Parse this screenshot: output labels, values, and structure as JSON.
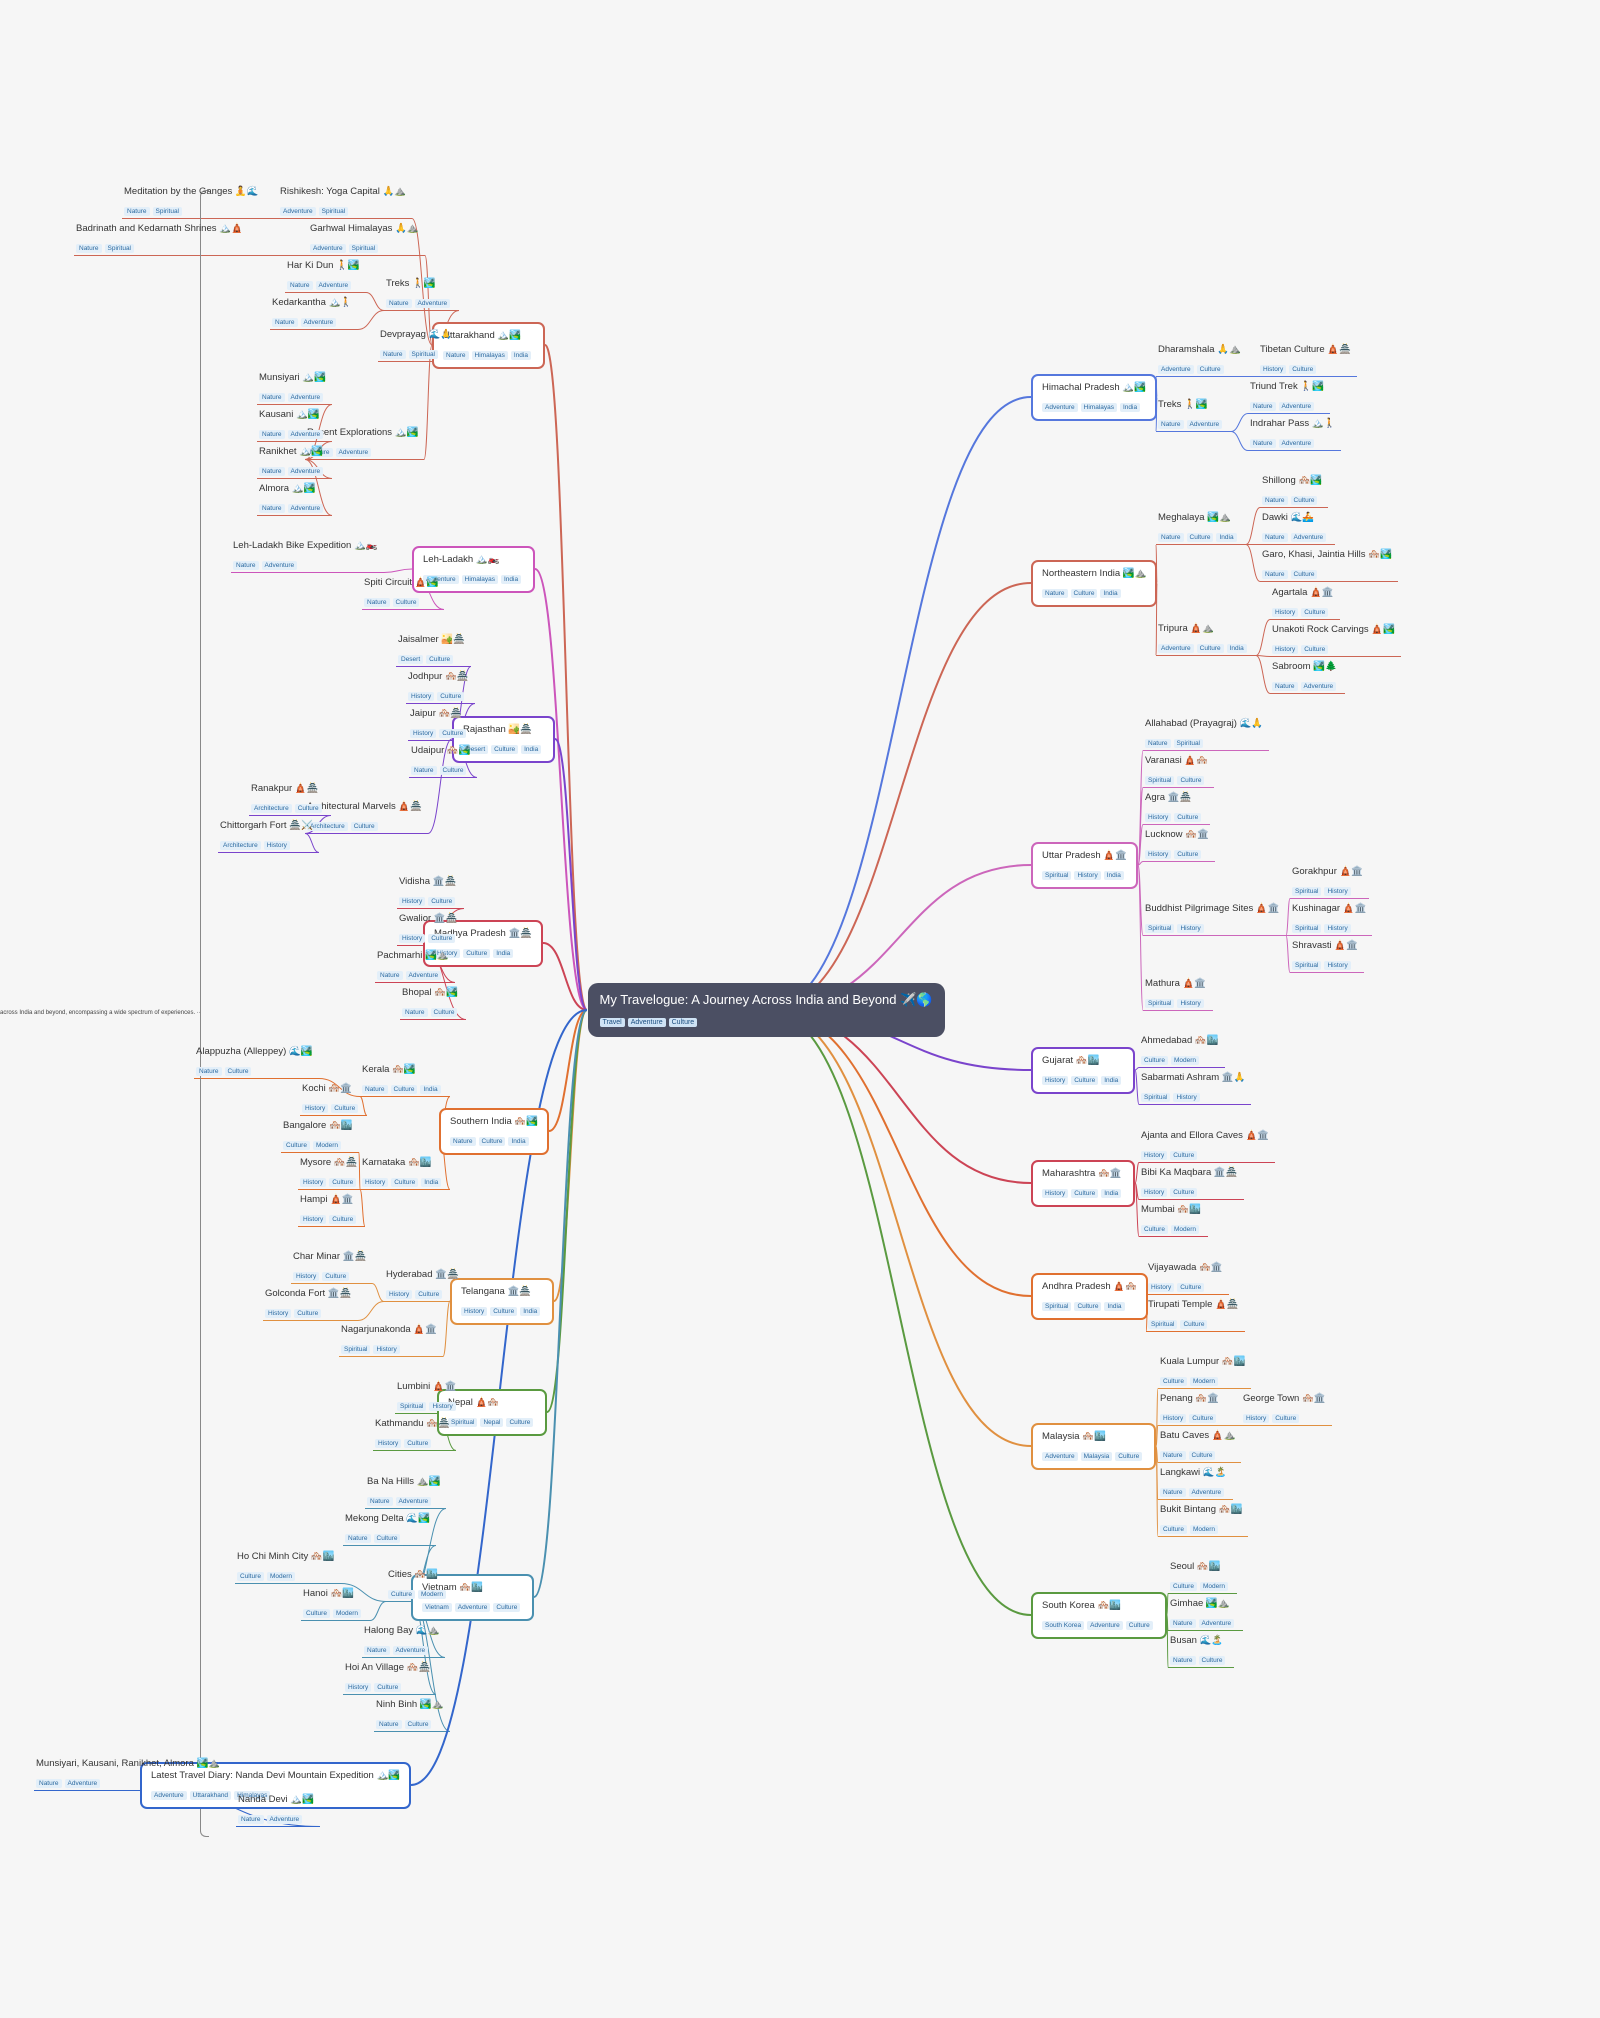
{
  "root": {
    "title": "My Travelogue: A Journey Across India and Beyond ✈️🌎",
    "tags": [
      "Travel",
      "Adventure",
      "Culture"
    ]
  },
  "description": "across India and beyond, encompassing a wide spectrum of experiences. ··",
  "left": [
    {
      "title": "Uttarakhand 🏔️🏞️",
      "tags": [
        "Nature",
        "Himalayas",
        "India"
      ],
      "color": "#cc6655",
      "children": [
        {
          "title": "Rishikesh: Yoga Capital 🙏⛰️",
          "tags": [
            "Adventure",
            "Spiritual"
          ],
          "children": [
            {
              "title": "Meditation by the Ganges 🧘🌊",
              "tags": [
                "Nature",
                "Spiritual"
              ]
            }
          ]
        },
        {
          "title": "Garhwal Himalayas 🙏⛰️",
          "tags": [
            "Adventure",
            "Spiritual"
          ],
          "children": [
            {
              "title": "Badrinath and Kedarnath Shrines 🏔️🛕",
              "tags": [
                "Nature",
                "Spiritual"
              ]
            }
          ]
        },
        {
          "title": "Treks 🚶🏞️",
          "tags": [
            "Nature",
            "Adventure"
          ],
          "children": [
            {
              "title": "Har Ki Dun 🚶🏞️",
              "tags": [
                "Nature",
                "Adventure"
              ]
            },
            {
              "title": "Kedarkantha 🏔️🚶",
              "tags": [
                "Nature",
                "Adventure"
              ]
            }
          ]
        },
        {
          "title": "Devprayag 🌊🙏",
          "tags": [
            "Nature",
            "Spiritual"
          ]
        },
        {
          "title": "Recent Explorations 🏔️🏞️",
          "tags": [
            "Nature",
            "Adventure"
          ],
          "children": [
            {
              "title": "Munsiyari 🏔️🏞️",
              "tags": [
                "Nature",
                "Adventure"
              ]
            },
            {
              "title": "Kausani 🏔️🏞️",
              "tags": [
                "Nature",
                "Adventure"
              ]
            },
            {
              "title": "Ranikhet 🏔️🏞️",
              "tags": [
                "Nature",
                "Adventure"
              ]
            },
            {
              "title": "Almora 🏔️🏞️",
              "tags": [
                "Nature",
                "Adventure"
              ]
            }
          ]
        }
      ]
    },
    {
      "title": "Leh-Ladakh 🏔️🏍️",
      "tags": [
        "Adventure",
        "Himalayas",
        "India"
      ],
      "color": "#cc55bb",
      "children": [
        {
          "title": "Leh-Ladakh Bike Expedition 🏔️🏍️",
          "tags": [
            "Nature",
            "Adventure"
          ]
        },
        {
          "title": "Spiti Circuit 🛕🏞️",
          "tags": [
            "Nature",
            "Culture"
          ]
        }
      ]
    },
    {
      "title": "Rajasthan 🏜️🏯",
      "tags": [
        "Desert",
        "Culture",
        "India"
      ],
      "color": "#7a44cc",
      "children": [
        {
          "title": "Jaisalmer 🏜️🏯",
          "tags": [
            "Desert",
            "Culture"
          ]
        },
        {
          "title": "Jodhpur 🏘️🏯",
          "tags": [
            "History",
            "Culture"
          ]
        },
        {
          "title": "Jaipur 🏘️🏯",
          "tags": [
            "History",
            "Culture"
          ]
        },
        {
          "title": "Udaipur 🏘️🏞️",
          "tags": [
            "Nature",
            "Culture"
          ]
        },
        {
          "title": "Architectural Marvels 🛕🏯",
          "tags": [
            "Architecture",
            "Culture"
          ],
          "children": [
            {
              "title": "Ranakpur 🛕🏯",
              "tags": [
                "Architecture",
                "Culture"
              ]
            },
            {
              "title": "Chittorgarh Fort 🏯⚔️",
              "tags": [
                "Architecture",
                "History"
              ]
            }
          ]
        }
      ]
    },
    {
      "title": "Madhya Pradesh 🏛️🏯",
      "tags": [
        "History",
        "Culture",
        "India"
      ],
      "color": "#cc4455",
      "children": [
        {
          "title": "Vidisha 🏛️🏯",
          "tags": [
            "History",
            "Culture"
          ]
        },
        {
          "title": "Gwalior 🏛️🏯",
          "tags": [
            "History",
            "Culture"
          ]
        },
        {
          "title": "Pachmarhi 🏞️⛰️",
          "tags": [
            "Nature",
            "Adventure"
          ]
        },
        {
          "title": "Bhopal 🏘️🏞️",
          "tags": [
            "Nature",
            "Culture"
          ]
        }
      ]
    },
    {
      "title": "Southern India 🏘️🏞️",
      "tags": [
        "Nature",
        "Culture",
        "India"
      ],
      "color": "#e07030",
      "children": [
        {
          "title": "Kerala 🏘️🏞️",
          "tags": [
            "Nature",
            "Culture",
            "India"
          ],
          "children": [
            {
              "title": "Alappuzha (Alleppey) 🌊🏞️",
              "tags": [
                "Nature",
                "Culture"
              ]
            },
            {
              "title": "Kochi 🏘️🏛️",
              "tags": [
                "History",
                "Culture"
              ]
            }
          ]
        },
        {
          "title": "Karnataka 🏘️🏙️",
          "tags": [
            "History",
            "Culture",
            "India"
          ],
          "children": [
            {
              "title": "Bangalore 🏘️🏙️",
              "tags": [
                "Culture",
                "Modern"
              ]
            },
            {
              "title": "Mysore 🏘️🏯",
              "tags": [
                "History",
                "Culture"
              ]
            },
            {
              "title": "Hampi 🛕🏛️",
              "tags": [
                "History",
                "Culture"
              ]
            }
          ]
        }
      ]
    },
    {
      "title": "Telangana 🏛️🏯",
      "tags": [
        "History",
        "Culture",
        "India"
      ],
      "color": "#e09040",
      "children": [
        {
          "title": "Hyderabad 🏛️🏯",
          "tags": [
            "History",
            "Culture"
          ],
          "children": [
            {
              "title": "Char Minar 🏛️🏯",
              "tags": [
                "History",
                "Culture"
              ]
            },
            {
              "title": "Golconda Fort 🏛️🏯",
              "tags": [
                "History",
                "Culture"
              ]
            }
          ]
        },
        {
          "title": "Nagarjunakonda 🛕🏛️",
          "tags": [
            "Spiritual",
            "History"
          ]
        }
      ]
    },
    {
      "title": "Nepal 🛕🏘️",
      "tags": [
        "Spiritual",
        "Nepal",
        "Culture"
      ],
      "color": "#5a9a40",
      "children": [
        {
          "title": "Lumbini 🛕🏛️",
          "tags": [
            "Spiritual",
            "History"
          ]
        },
        {
          "title": "Kathmandu 🏘️🏯",
          "tags": [
            "History",
            "Culture"
          ]
        }
      ]
    },
    {
      "title": "Vietnam 🏘️🏙️",
      "tags": [
        "Vietnam",
        "Adventure",
        "Culture"
      ],
      "color": "#4a90b0",
      "children": [
        {
          "title": "Ba Na Hills ⛰️🏞️",
          "tags": [
            "Nature",
            "Adventure"
          ]
        },
        {
          "title": "Mekong Delta 🌊🏞️",
          "tags": [
            "Nature",
            "Culture"
          ]
        },
        {
          "title": "Cities 🏘️🏙️",
          "tags": [
            "Culture",
            "Modern"
          ],
          "children": [
            {
              "title": "Ho Chi Minh City 🏘️🏙️",
              "tags": [
                "Culture",
                "Modern"
              ]
            },
            {
              "title": "Hanoi 🏘️🏙️",
              "tags": [
                "Culture",
                "Modern"
              ]
            }
          ]
        },
        {
          "title": "Halong Bay 🌊⛰️",
          "tags": [
            "Nature",
            "Adventure"
          ]
        },
        {
          "title": "Hoi An Village 🏘️🏯",
          "tags": [
            "History",
            "Culture"
          ]
        },
        {
          "title": "Ninh Binh 🏞️⛰️",
          "tags": [
            "Nature",
            "Culture"
          ]
        }
      ]
    },
    {
      "title": "Latest Travel Diary: Nanda Devi Mountain Expedition 🏔️🏞️",
      "tags": [
        "Adventure",
        "Uttarakhand",
        "Himalayas"
      ],
      "color": "#3366cc",
      "children": [
        {
          "title": "Munsiyari, Kausani, Ranikhet, Almora 🏞️⛰️",
          "tags": [
            "Nature",
            "Adventure"
          ]
        },
        {
          "title": "Nanda Devi 🏔️🏞️",
          "tags": [
            "Nature",
            "Adventure"
          ]
        }
      ]
    }
  ],
  "right": [
    {
      "title": "Himachal Pradesh 🏔️🏞️",
      "tags": [
        "Adventure",
        "Himalayas",
        "India"
      ],
      "color": "#5577dd",
      "children": [
        {
          "title": "Dharamshala 🙏⛰️",
          "tags": [
            "Adventure",
            "Culture"
          ],
          "children": [
            {
              "title": "Tibetan Culture 🛕🏯",
              "tags": [
                "History",
                "Culture"
              ]
            }
          ]
        },
        {
          "title": "Treks 🚶🏞️",
          "tags": [
            "Nature",
            "Adventure"
          ],
          "children": [
            {
              "title": "Triund Trek 🚶🏞️",
              "tags": [
                "Nature",
                "Adventure"
              ]
            },
            {
              "title": "Indrahar Pass 🏔️🚶",
              "tags": [
                "Nature",
                "Adventure"
              ]
            }
          ]
        }
      ]
    },
    {
      "title": "Northeastern India 🏞️⛰️",
      "tags": [
        "Nature",
        "Culture",
        "India"
      ],
      "color": "#cc6655",
      "children": [
        {
          "title": "Meghalaya 🏞️⛰️",
          "tags": [
            "Nature",
            "Culture",
            "India"
          ],
          "children": [
            {
              "title": "Shillong 🏘️🏞️",
              "tags": [
                "Nature",
                "Culture"
              ]
            },
            {
              "title": "Dawki 🌊🚣",
              "tags": [
                "Nature",
                "Adventure"
              ]
            },
            {
              "title": "Garo, Khasi, Jaintia Hills 🏘️🏞️",
              "tags": [
                "Nature",
                "Culture"
              ]
            }
          ]
        },
        {
          "title": "Tripura 🛕⛰️",
          "tags": [
            "Adventure",
            "Culture",
            "India"
          ],
          "children": [
            {
              "title": "Agartala 🛕🏛️",
              "tags": [
                "History",
                "Culture"
              ]
            },
            {
              "title": "Unakoti Rock Carvings 🛕🏞️",
              "tags": [
                "History",
                "Culture"
              ]
            },
            {
              "title": "Sabroom 🏞️🌲",
              "tags": [
                "Nature",
                "Adventure"
              ]
            }
          ]
        }
      ]
    },
    {
      "title": "Uttar Pradesh 🛕🏛️",
      "tags": [
        "Spiritual",
        "History",
        "India"
      ],
      "color": "#cc66bb",
      "children": [
        {
          "title": "Allahabad (Prayagraj) 🌊🙏",
          "tags": [
            "Nature",
            "Spiritual"
          ]
        },
        {
          "title": "Varanasi 🛕🏘️",
          "tags": [
            "Spiritual",
            "Culture"
          ]
        },
        {
          "title": "Agra 🏛️🏯",
          "tags": [
            "History",
            "Culture"
          ]
        },
        {
          "title": "Lucknow 🏘️🏛️",
          "tags": [
            "History",
            "Culture"
          ]
        },
        {
          "title": "Buddhist Pilgrimage Sites 🛕🏛️",
          "tags": [
            "Spiritual",
            "History"
          ],
          "children": [
            {
              "title": "Gorakhpur 🛕🏛️",
              "tags": [
                "Spiritual",
                "History"
              ]
            },
            {
              "title": "Kushinagar 🛕🏛️",
              "tags": [
                "Spiritual",
                "History"
              ]
            },
            {
              "title": "Shravasti 🛕🏛️",
              "tags": [
                "Spiritual",
                "History"
              ]
            }
          ]
        },
        {
          "title": "Mathura 🛕🏛️",
          "tags": [
            "Spiritual",
            "History"
          ]
        }
      ]
    },
    {
      "title": "Gujarat 🏘️🏙️",
      "tags": [
        "History",
        "Culture",
        "India"
      ],
      "color": "#7a44cc",
      "children": [
        {
          "title": "Ahmedabad 🏘️🏙️",
          "tags": [
            "Culture",
            "Modern"
          ]
        },
        {
          "title": "Sabarmati Ashram 🏛️🙏",
          "tags": [
            "Spiritual",
            "History"
          ]
        }
      ]
    },
    {
      "title": "Maharashtra 🏘️🏛️",
      "tags": [
        "History",
        "Culture",
        "India"
      ],
      "color": "#cc4455",
      "children": [
        {
          "title": "Ajanta and Ellora Caves 🛕🏛️",
          "tags": [
            "History",
            "Culture"
          ]
        },
        {
          "title": "Bibi Ka Maqbara 🏛️🏯",
          "tags": [
            "History",
            "Culture"
          ]
        },
        {
          "title": "Mumbai 🏘️🏙️",
          "tags": [
            "Culture",
            "Modern"
          ]
        }
      ]
    },
    {
      "title": "Andhra Pradesh 🛕🏘️",
      "tags": [
        "Spiritual",
        "Culture",
        "India"
      ],
      "color": "#e07030",
      "children": [
        {
          "title": "Vijayawada 🏘️🏛️",
          "tags": [
            "History",
            "Culture"
          ]
        },
        {
          "title": "Tirupati Temple 🛕🏯",
          "tags": [
            "Spiritual",
            "Culture"
          ]
        }
      ]
    },
    {
      "title": "Malaysia 🏘️🏙️",
      "tags": [
        "Adventure",
        "Malaysia",
        "Culture"
      ],
      "color": "#e09040",
      "children": [
        {
          "title": "Kuala Lumpur 🏘️🏙️",
          "tags": [
            "Culture",
            "Modern"
          ]
        },
        {
          "title": "Penang 🏘️🏛️",
          "tags": [
            "History",
            "Culture"
          ],
          "children": [
            {
              "title": "George Town 🏘️🏛️",
              "tags": [
                "History",
                "Culture"
              ]
            }
          ]
        },
        {
          "title": "Batu Caves 🛕⛰️",
          "tags": [
            "Nature",
            "Culture"
          ]
        },
        {
          "title": "Langkawi 🌊🏝️",
          "tags": [
            "Nature",
            "Adventure"
          ]
        },
        {
          "title": "Bukit Bintang 🏘️🏙️",
          "tags": [
            "Culture",
            "Modern"
          ]
        }
      ]
    },
    {
      "title": "South Korea 🏘️🏙️",
      "tags": [
        "South Korea",
        "Adventure",
        "Culture"
      ],
      "color": "#5a9a40",
      "children": [
        {
          "title": "Seoul 🏘️🏙️",
          "tags": [
            "Culture",
            "Modern"
          ]
        },
        {
          "title": "Gimhae 🏞️⛰️",
          "tags": [
            "Nature",
            "Adventure"
          ]
        },
        {
          "title": "Busan 🌊🏝️",
          "tags": [
            "Nature",
            "Culture"
          ]
        }
      ]
    }
  ]
}
